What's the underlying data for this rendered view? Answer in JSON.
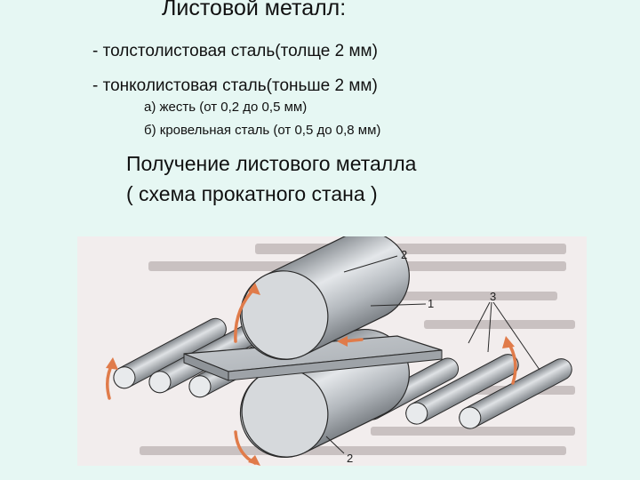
{
  "header": {
    "title": "Листовой металл:"
  },
  "items": [
    "- толстолистовая сталь(толще 2 мм)",
    "- тонколистовая сталь(тоньше 2 мм)"
  ],
  "subitems": [
    "а) жесть (от 0,2 до 0,5 мм)",
    "б) кровельная сталь (от 0,5 до 0,8 мм)"
  ],
  "heading": {
    "line1": "Получение листового металла",
    "line2": "( схема прокатного стана )"
  },
  "figure": {
    "label_upper_roll": "2",
    "label_sheet": "1",
    "label_conveyor_rolls": "3",
    "label_lower_roll": "2"
  },
  "colors": {
    "background": "#e6f7f3",
    "arrow": "#e07b4a",
    "metal": "#b9bdc2"
  }
}
